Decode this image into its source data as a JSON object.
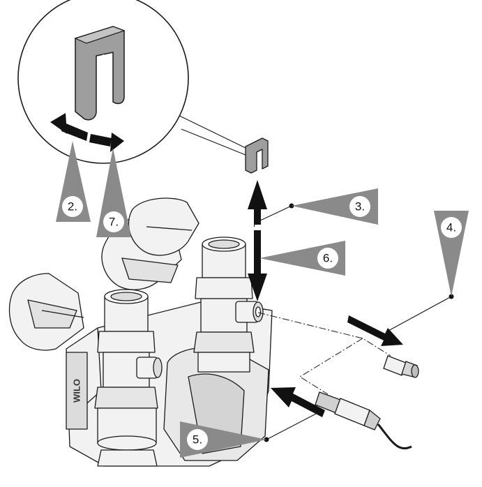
{
  "diagram": {
    "brand_mark": "WILO",
    "colors": {
      "stroke": "#1a1a1a",
      "body": "#f2f2f2",
      "shade": "#c8c8c8",
      "clip": "#9e9e9e",
      "callout": "#8a8a8a",
      "badge": "#ffffff"
    },
    "steps": [
      {
        "id": "s2",
        "label": "2."
      },
      {
        "id": "s3",
        "label": "3."
      },
      {
        "id": "s4",
        "label": "4."
      },
      {
        "id": "s5",
        "label": "5."
      },
      {
        "id": "s6",
        "label": "6."
      },
      {
        "id": "s7",
        "label": "7."
      }
    ]
  }
}
